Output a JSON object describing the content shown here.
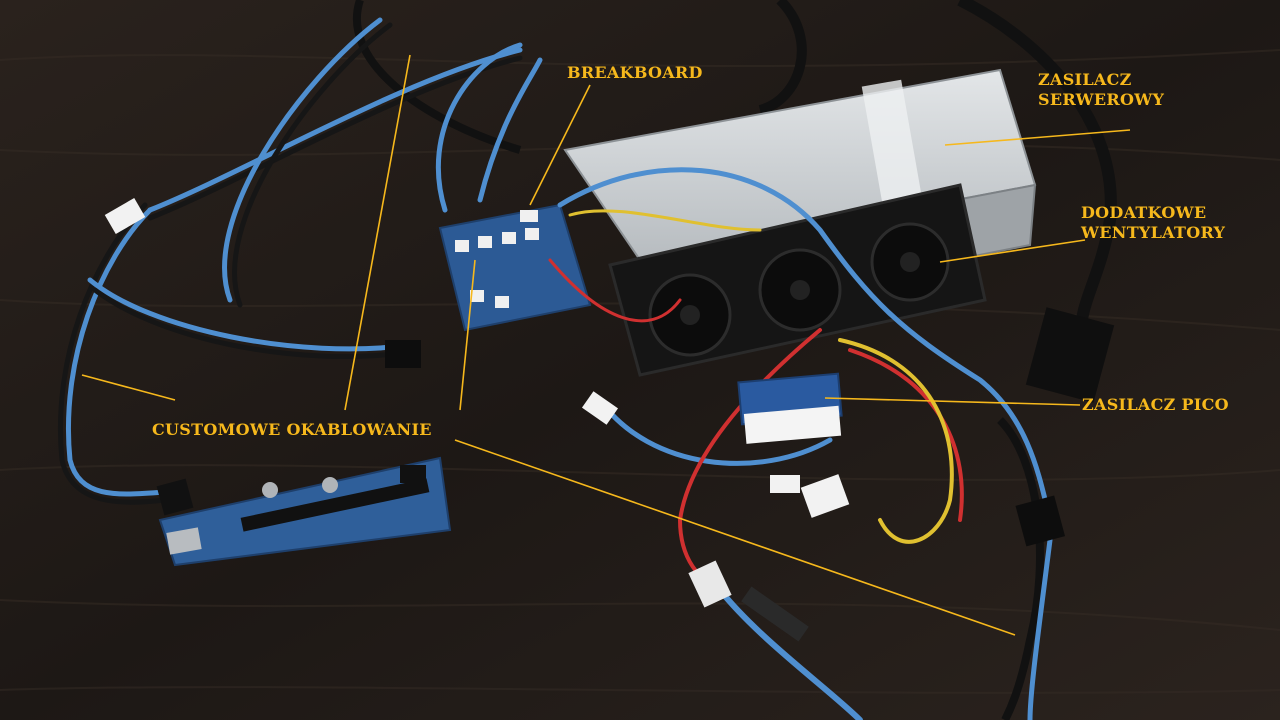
{
  "colors": {
    "annotation": "#f6b81c",
    "table": "#221c18",
    "cable_blue": "#4f8fd0",
    "cable_black": "#141414",
    "psu_body": "#cfd3d6",
    "pcb_blue": "#2f5f9a"
  },
  "labels": {
    "breakboard": "BREAKBOARD",
    "server_psu": "ZASILACZ\nSERWEROWY",
    "extra_fans": "DODATKOWE\nWENTYLATORY",
    "pico_psu": "ZASILACZ PICO",
    "custom_cabling": "CUSTOMOWE OKABLOWANIE"
  }
}
